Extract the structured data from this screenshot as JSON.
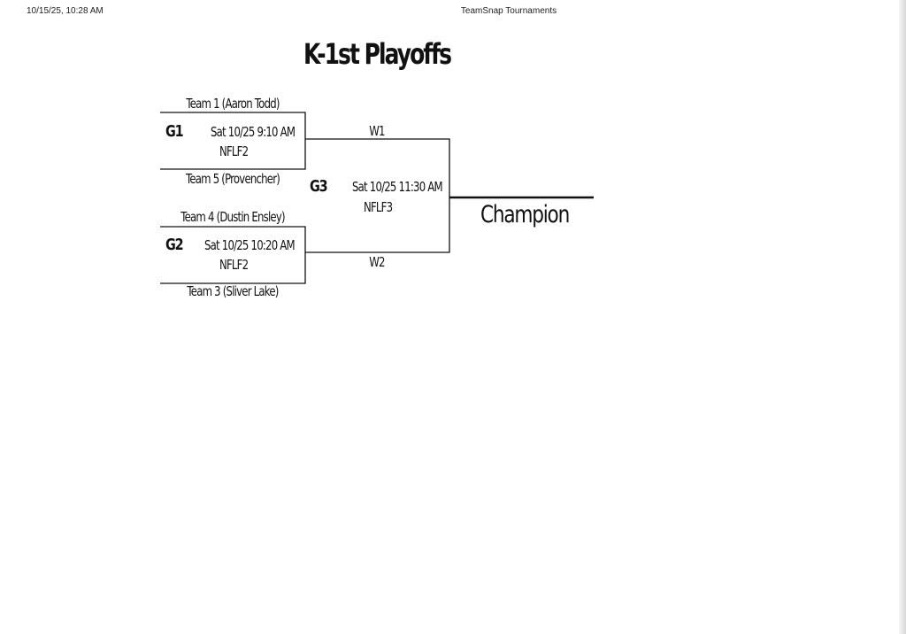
{
  "print_header": {
    "datetime": "10/15/25, 10:28 AM",
    "app_name": "TeamSnap Tournaments"
  },
  "bracket": {
    "title": "K-1st Playoffs",
    "games": [
      {
        "id": "G1",
        "top_team": "Team 1 (Aaron Todd)",
        "bottom_team": "Team 5 (Provencher)",
        "time": "Sat 10/25  9:10 AM",
        "field": "NFLF2"
      },
      {
        "id": "G2",
        "top_team": "Team 4 (Dustin Ensley)",
        "bottom_team": "Team 3 (Sliver Lake)",
        "time": "Sat 10/25  10:20 AM",
        "field": "NFLF2"
      },
      {
        "id": "G3",
        "top_team": "W1",
        "bottom_team": "W2",
        "time": "Sat 10/25  11:30 AM",
        "field": "NFLF3"
      }
    ],
    "champion_label": "Champion"
  }
}
